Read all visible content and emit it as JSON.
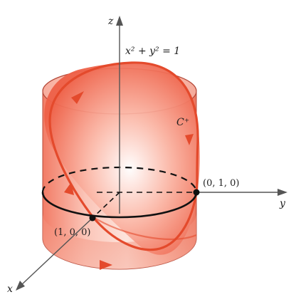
{
  "labels": {
    "z_axis": "z",
    "y_axis": "y",
    "x_axis": "x",
    "surface_lhs": "x² + y² = 1",
    "curve": "C⁺",
    "point_y": "(0, 1, 0)",
    "point_x": "(1, 0, 0)"
  },
  "colors": {
    "curve": "#e44a2c",
    "cylinder_fill": "#f6a08f",
    "cylinder_edge": "#b54a3a",
    "axis": "#555555",
    "circle": "#111111"
  }
}
